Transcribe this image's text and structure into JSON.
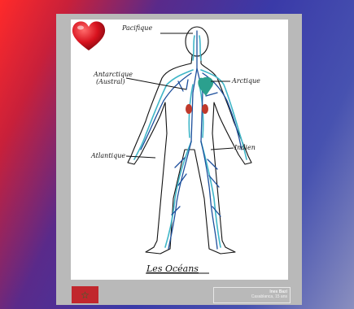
{
  "poster": {
    "labels": {
      "pacifique": "Pacifique",
      "antarctique_line1": "Antarctique",
      "antarctique_line2": "(Austral)",
      "arctique": "Arctique",
      "atlantique": "Atlantique",
      "indien": "Indien"
    },
    "title": "Les Océans",
    "icons": {
      "heart": "heart-icon",
      "flag": "star-icon"
    },
    "colors": {
      "vessel_dark": "#1d4f9c",
      "vessel_light": "#3fb6c8",
      "kidney": "#c0392b",
      "heart": "#d8121e"
    },
    "credit": {
      "name": "Ines Bazi",
      "school": "Casablanca, 15 ans"
    }
  }
}
